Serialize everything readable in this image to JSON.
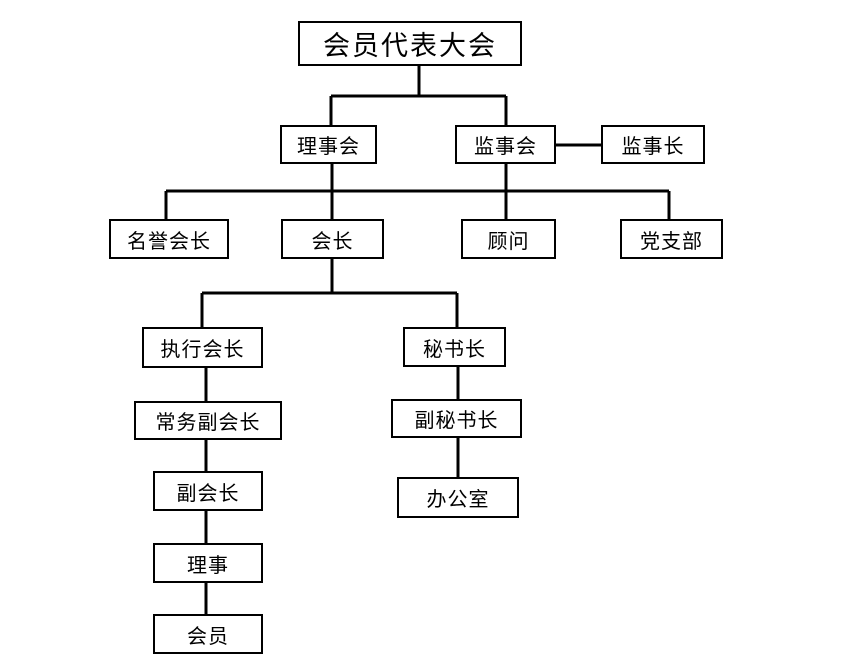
{
  "nodes": {
    "assembly": "会员代表大会",
    "council": "理事会",
    "supervisory_board": "监事会",
    "chief_supervisor": "监事长",
    "honorary_president": "名誉会长",
    "president": "会长",
    "advisor": "顾问",
    "party_branch": "党支部",
    "executive_president": "执行会长",
    "secretary_general": "秘书长",
    "standing_vice_president": "常务副会长",
    "deputy_secretary_general": "副秘书长",
    "vice_president": "副会长",
    "office": "办公室",
    "director": "理事",
    "member": "会员"
  }
}
